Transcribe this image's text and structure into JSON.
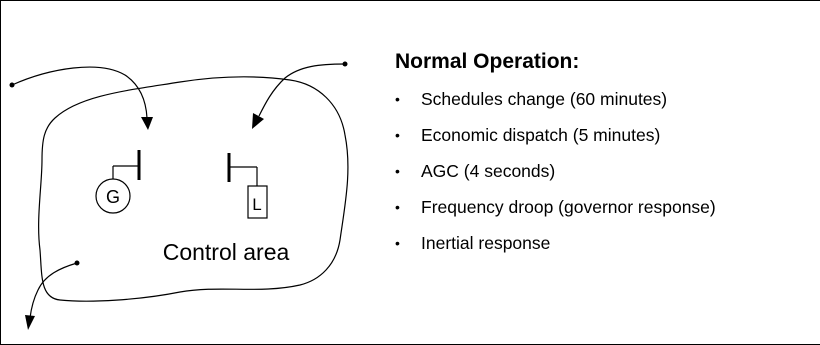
{
  "diagram": {
    "generator_label": "G",
    "load_label": "L",
    "area_label": "Control area"
  },
  "panel": {
    "heading": "Normal Operation:",
    "bullets": [
      "Schedules change (60 minutes)",
      "Economic dispatch (5 minutes)",
      "AGC (4 seconds)",
      "Frequency droop (governor response)",
      "Inertial response"
    ]
  }
}
